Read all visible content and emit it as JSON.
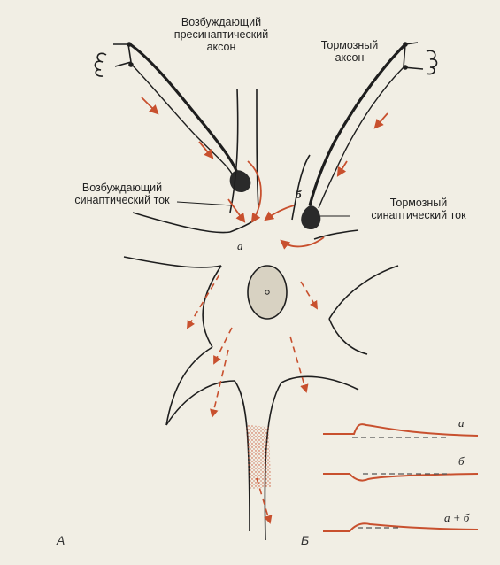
{
  "labels": {
    "excitatory_axon": [
      "Возбуждающий",
      "пресинаптический",
      "аксон"
    ],
    "inhibitory_axon": [
      "Тормозный",
      "аксон"
    ],
    "excitatory_current": [
      "Возбуждающий",
      "синаптический ток"
    ],
    "inhibitory_current": [
      "Тормозный",
      "синаптический ток"
    ],
    "current_a": "а",
    "current_b": "б",
    "panel_a": "А",
    "panel_b": "Б"
  },
  "traces": [
    {
      "label": "а"
    },
    {
      "label": "б"
    },
    {
      "label": "а + б"
    }
  ],
  "colors": {
    "neuron_line": "#1e1e1e",
    "current_arrow": "#c8502e",
    "trace": "#c8502e",
    "baseline_dash": "#555555",
    "soma_fill": "#d8d2c2"
  }
}
